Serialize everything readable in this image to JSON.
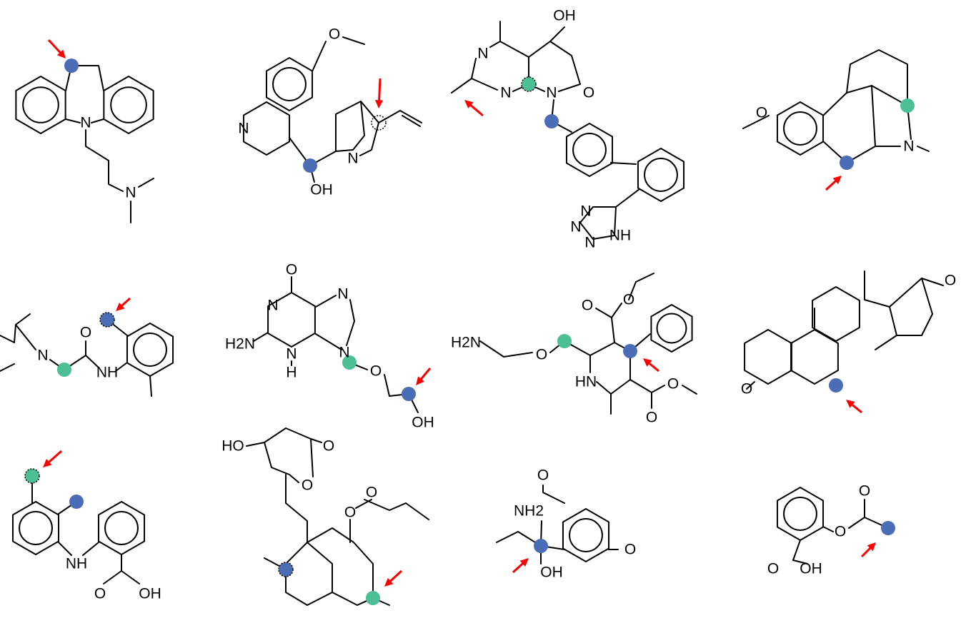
{
  "colors": {
    "blue": "#4a6db5",
    "green": "#4dbf94",
    "arrow": "#ff0000"
  },
  "molecules": [
    {
      "labels": [
        "N",
        "N"
      ]
    },
    {
      "labels": [
        "O",
        "N",
        "N",
        "OH"
      ]
    },
    {
      "labels": [
        "OH",
        "N",
        "N",
        "N",
        "O",
        "N",
        "N",
        "N",
        "NH"
      ]
    },
    {
      "labels": [
        "O",
        "N"
      ]
    },
    {
      "labels": [
        "N",
        "O",
        "NH"
      ]
    },
    {
      "labels": [
        "O",
        "N",
        "N",
        "N",
        "H2N",
        "N",
        "H",
        "O",
        "OH"
      ]
    },
    {
      "labels": [
        "H2N",
        "O",
        "O",
        "O",
        "HN",
        "O",
        "O"
      ]
    },
    {
      "labels": [
        "O",
        "O"
      ]
    },
    {
      "labels": [
        "NH",
        "O",
        "OH"
      ]
    },
    {
      "labels": [
        "HO",
        "O",
        "O",
        "O",
        "O"
      ]
    },
    {
      "labels": [
        "O",
        "NH2",
        "OH",
        "O"
      ]
    },
    {
      "labels": [
        "O",
        "O",
        "O",
        "OH"
      ]
    }
  ]
}
